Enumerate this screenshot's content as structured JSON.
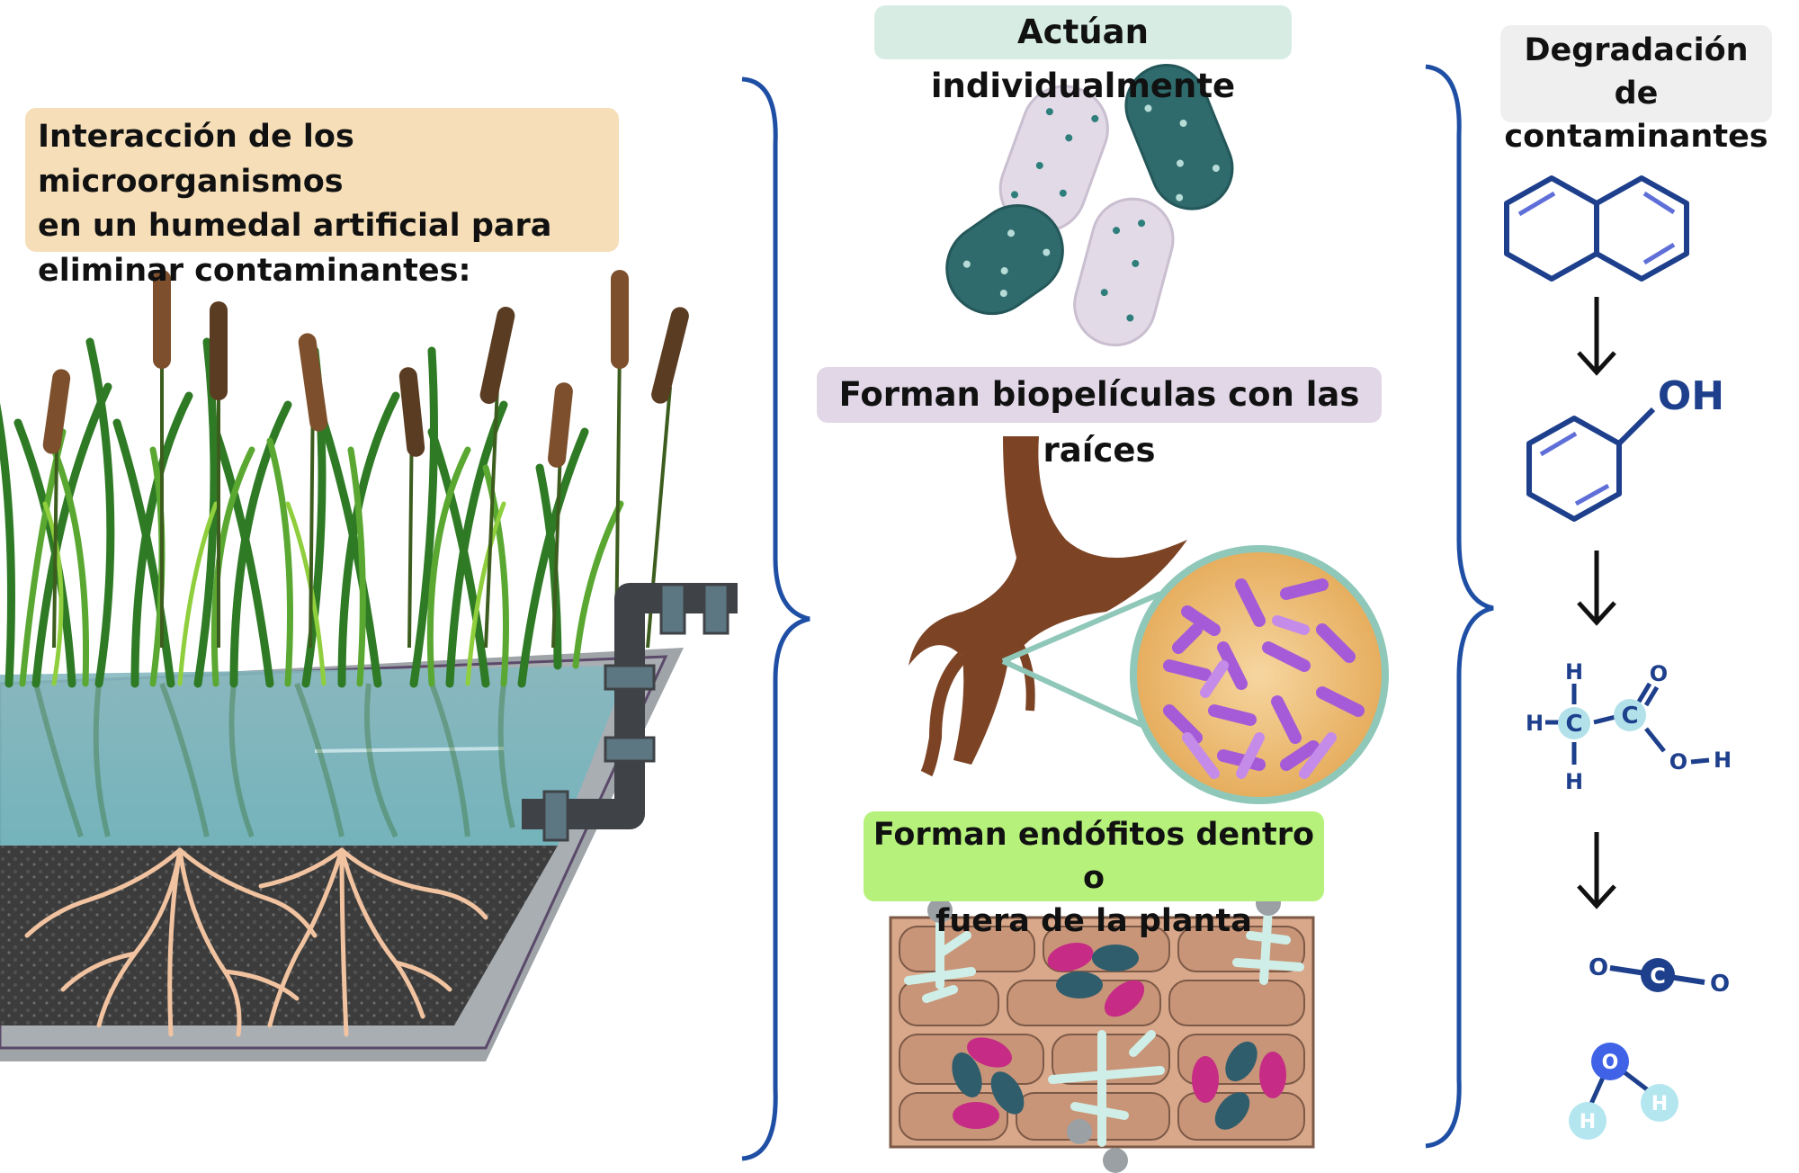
{
  "title_lines": [
    "Interacción de los microorganismos",
    "en un humedal artificial para",
    "eliminar contaminantes:"
  ],
  "individual_label": "Actúan individualmente",
  "biofilm_label": "Forman biopelículas con las raíces",
  "endophyte_lines": [
    "Forman endófitos dentro o",
    "fuera de la planta"
  ],
  "degradation_lines": [
    "Degradación de",
    "contaminantes"
  ],
  "molecules": {
    "phenol_group": "OH",
    "acetic": {
      "h_top": "H",
      "h_left": "H",
      "h_bottom": "H",
      "c1": "C",
      "c2": "C",
      "o_top": "O",
      "o_right": "O",
      "h_right": "H"
    },
    "co2": {
      "o_left": "O",
      "c": "C",
      "o_right": "O"
    },
    "water": {
      "o": "O",
      "h_left": "H",
      "h_right": "H"
    }
  },
  "colors": {
    "title_bg": "#f6dfb8",
    "individual_bg": "#d7ede4",
    "biofilm_bg": "#e2d7e7",
    "endophyte_bg": "#b6f27b",
    "degradation_bg": "#efefef",
    "brace": "#1f4fa5",
    "molecule": "#1d3f8c"
  }
}
